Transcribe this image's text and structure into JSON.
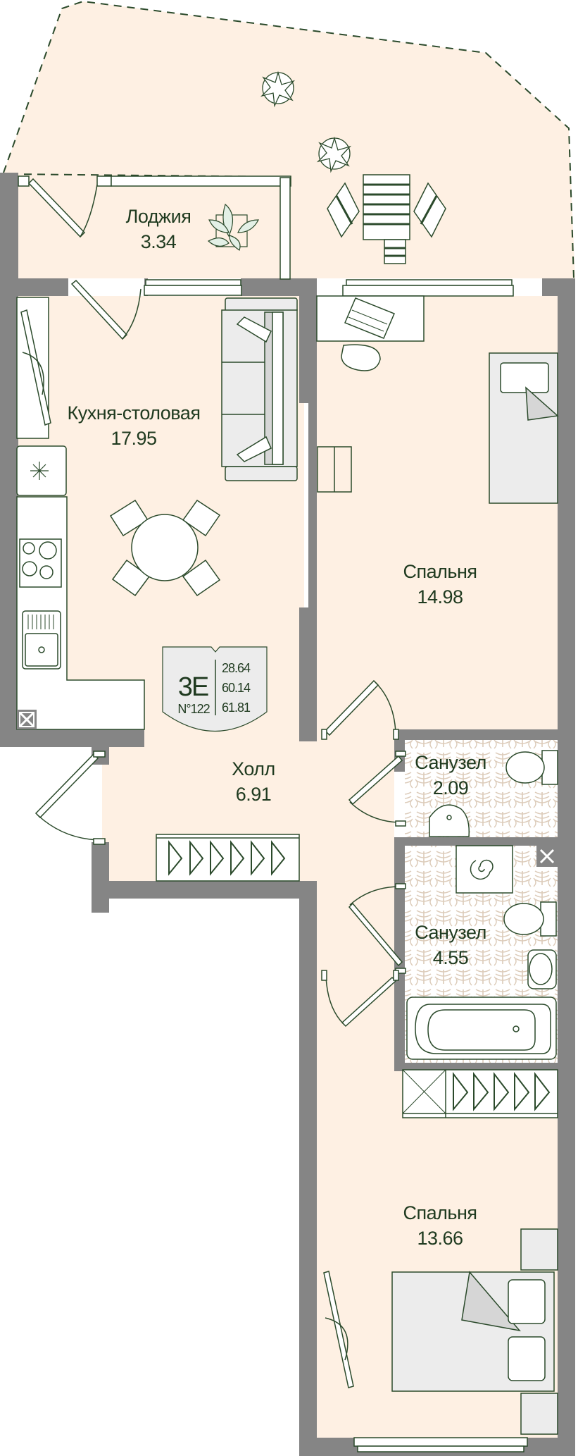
{
  "floor_plan": {
    "type": "apartment-floor-plan",
    "colors": {
      "floor": "#fef0e3",
      "wall": "#858585",
      "outline": "#2b4a2b",
      "text": "#1f3a1f",
      "furniture": "#ffffff",
      "soft_furniture": "#ececec",
      "tile_pattern": "#d9c8b8",
      "badge": "#ececec"
    },
    "apartment": {
      "type_code": "3E",
      "number_label": "N°122",
      "areas": [
        "28.64",
        "60.14",
        "61.81"
      ]
    },
    "rooms": [
      {
        "id": "loggia",
        "name": "Лоджия",
        "area": "3.34"
      },
      {
        "id": "kitchen",
        "name": "Кухня-столовая",
        "area": "17.95"
      },
      {
        "id": "bedroom1",
        "name": "Спальня",
        "area": "14.98"
      },
      {
        "id": "hall",
        "name": "Холл",
        "area": "6.91"
      },
      {
        "id": "bathroom1",
        "name": "Санузел",
        "area": "2.09"
      },
      {
        "id": "bathroom2",
        "name": "Санузел",
        "area": "4.55"
      },
      {
        "id": "bedroom2",
        "name": "Спальня",
        "area": "13.66"
      }
    ]
  }
}
